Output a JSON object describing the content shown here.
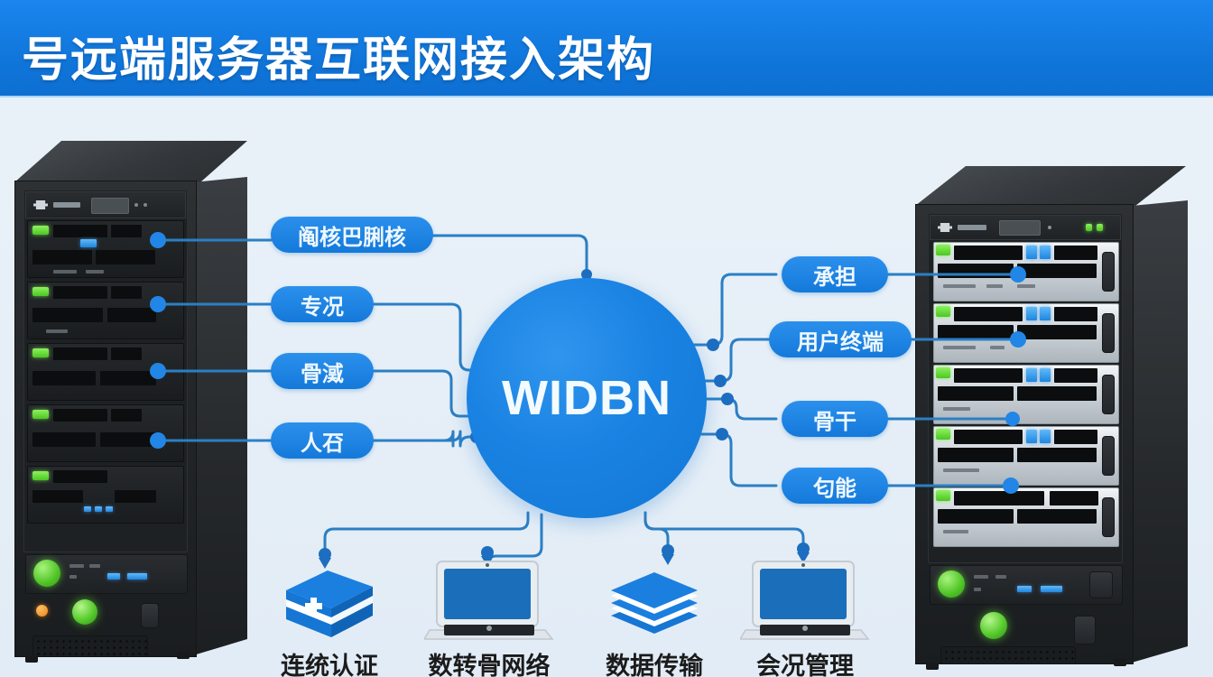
{
  "header": {
    "title": "号远端服务器互联网接入架构",
    "bar_color": "#1278d8"
  },
  "theme": {
    "background": "#e9f2f9",
    "accent_blue": "#1a82e2",
    "pill_blue": "#1d84e6",
    "wire_blue": "#2b7fc4",
    "led_green": "#4fc425",
    "rack_dark": "#232629",
    "node_text": "#1b1b1b"
  },
  "hub": {
    "label": "WIDBN"
  },
  "left_pills": [
    {
      "label": "阄核巴脷核"
    },
    {
      "label": "专况"
    },
    {
      "label": "骨㵄"
    },
    {
      "label": "人䂖"
    }
  ],
  "right_pills": [
    {
      "label": "承担"
    },
    {
      "label": "用户终端"
    },
    {
      "label": "骨干"
    },
    {
      "label": "匂能"
    }
  ],
  "bottom_nodes": [
    {
      "label": "连统认证",
      "icon": "cube-box-icon"
    },
    {
      "label": "数转骨网络",
      "icon": "laptop-icon"
    },
    {
      "label": "数据传输",
      "icon": "layers-stack-icon"
    },
    {
      "label": "会况管理",
      "icon": "laptop-icon"
    }
  ],
  "racks": [
    {
      "name": "left-server-rack",
      "bays": 5,
      "blade_style": "dark"
    },
    {
      "name": "right-server-rack",
      "bays": 5,
      "blade_style": "white"
    }
  ]
}
